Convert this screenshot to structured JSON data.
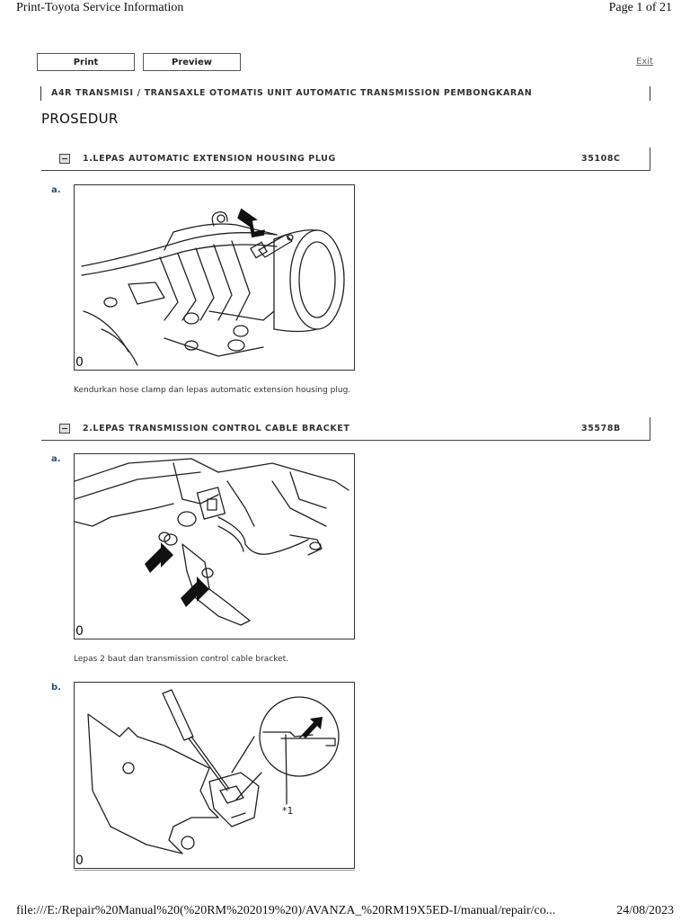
{
  "print_header": {
    "title": "Print-Toyota Service Information",
    "page": "Page 1 of 21"
  },
  "toolbar": {
    "print_label": "Print",
    "preview_label": "Preview",
    "exit_label": "Exit"
  },
  "breadcrumb": "A4R TRANSMISI / TRANSAXLE OTOMATIS  UNIT AUTOMATIC TRANSMISSION  PEMBONGKARAN",
  "page_title": "PROSEDUR",
  "sections": [
    {
      "title": "1.LEPAS AUTOMATIC EXTENSION HOUSING PLUG",
      "code": "35108C",
      "steps": [
        {
          "letter": "a.",
          "figure_mark": "0",
          "caption": "Kendurkan hose clamp dan lepas automatic extension housing plug."
        }
      ]
    },
    {
      "title": "2.LEPAS TRANSMISSION CONTROL CABLE BRACKET",
      "code": "35578B",
      "steps": [
        {
          "letter": "a.",
          "figure_mark": "0",
          "caption": "Lepas 2 baut dan transmission control cable bracket."
        },
        {
          "letter": "b.",
          "figure_mark": "0",
          "callout": "*1"
        }
      ]
    }
  ],
  "footer": {
    "path": "file:///E:/Repair%20Manual%20(%20RM%202019%20)/AVANZA_%20RM19X5ED-I/manual/repair/co...",
    "date": "24/08/2023"
  },
  "icons": {
    "collapse": "minus-box-icon",
    "pointer": "arrow-icon"
  }
}
